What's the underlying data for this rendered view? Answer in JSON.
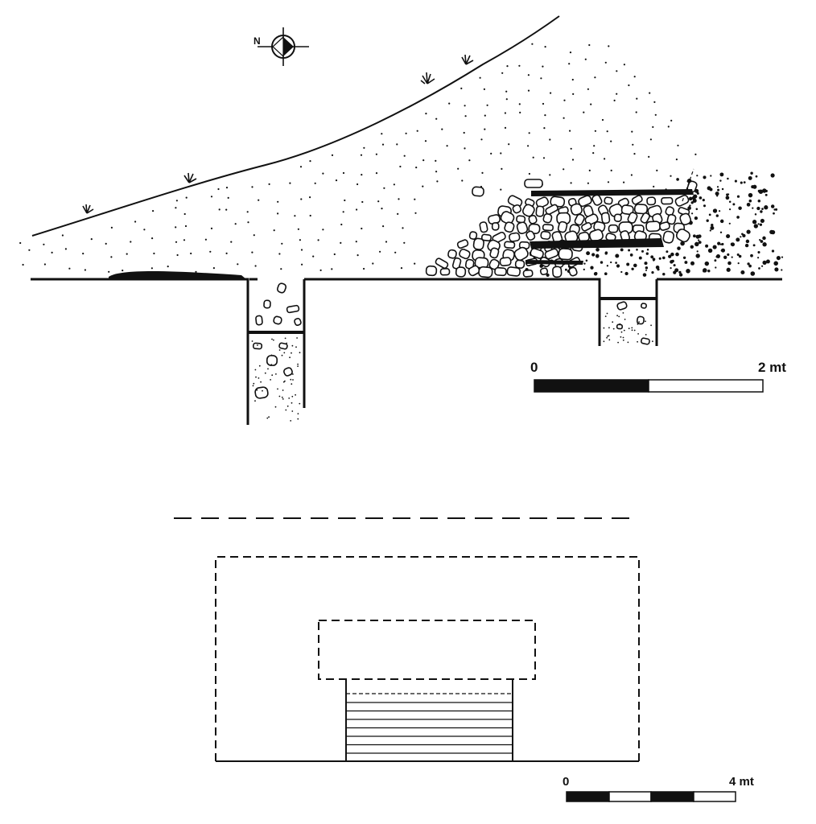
{
  "compass": {
    "north_label": "N",
    "icon": "north-arrow-icon"
  },
  "section_scale": {
    "start_label": "0",
    "end_label": "2 mt",
    "segments": 2
  },
  "plan_scale": {
    "start_label": "0",
    "end_label": "4 mt",
    "segments": 4
  },
  "colors": {
    "ink": "#111111",
    "background": "#ffffff"
  }
}
